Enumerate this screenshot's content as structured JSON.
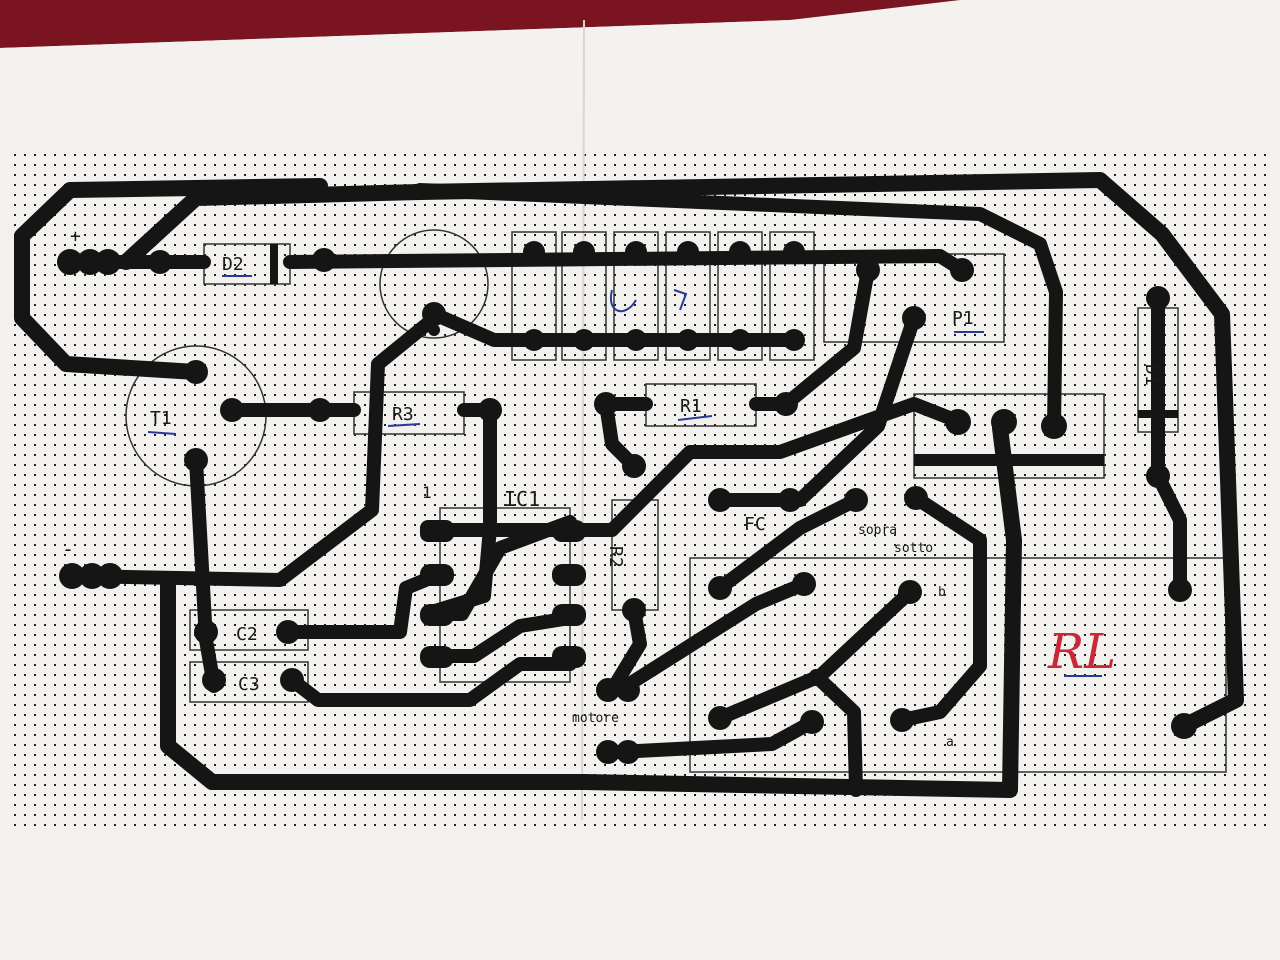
{
  "labels": {
    "d2": "D2",
    "d1": "D1",
    "p1": "P1",
    "r1": "R1",
    "r3": "R3",
    "r2": "R2",
    "t1": "T1",
    "ic1": "IC1",
    "ic1_pin1": "1",
    "c2": "C2",
    "c3": "C3",
    "fc": "FC",
    "sopra": "sopra",
    "sotto": "sotto",
    "motore": "motore",
    "plus": "+",
    "minus": "-",
    "relay_b": "b",
    "relay_a": "a",
    "rl": "RL"
  },
  "colors": {
    "background": "#7a1420",
    "paper": "#f2f1ee",
    "trace": "#151515",
    "grid_dot": "#222222",
    "ink_blue": "#2a3a9a",
    "ink_red": "#c8283a"
  }
}
